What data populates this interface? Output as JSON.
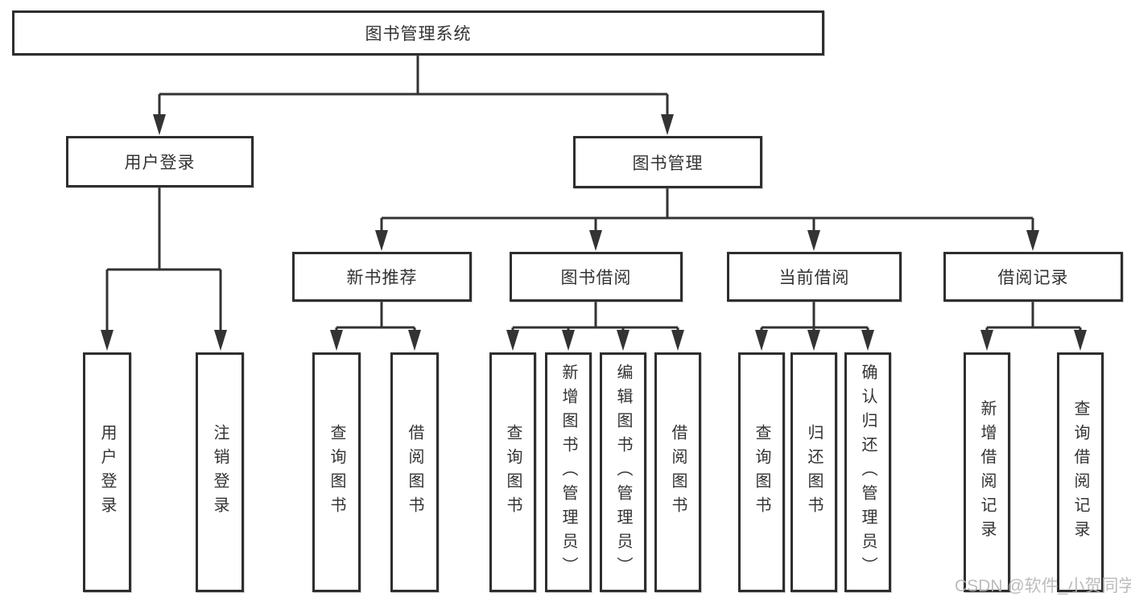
{
  "root": {
    "label": "图书管理系统"
  },
  "level2": {
    "user_login": {
      "label": "用户登录"
    },
    "book_management": {
      "label": "图书管理"
    }
  },
  "level3": {
    "new_book": {
      "label": "新书推荐"
    },
    "borrow": {
      "label": "图书借阅"
    },
    "current": {
      "label": "当前借阅"
    },
    "records": {
      "label": "借阅记录"
    }
  },
  "leaves": {
    "user_login": [
      "用户登录",
      "注销登录"
    ],
    "new_book": [
      "查询图书",
      "借阅图书"
    ],
    "borrow": [
      "查询图书",
      "新增图书（管理员）",
      "编辑图书（管理员）",
      "借阅图书"
    ],
    "current": [
      "查询图书",
      "归还图书",
      "确认归还（管理员）"
    ],
    "records": [
      "新增借阅记录",
      "查询借阅记录"
    ]
  },
  "watermark": "CSDN @软件_小贺同学",
  "colors": {
    "line": "#333333",
    "box_border": "#2e2e2e",
    "box_fill": "#ffffff",
    "text": "#333333",
    "watermark": "#b5b5b5"
  }
}
